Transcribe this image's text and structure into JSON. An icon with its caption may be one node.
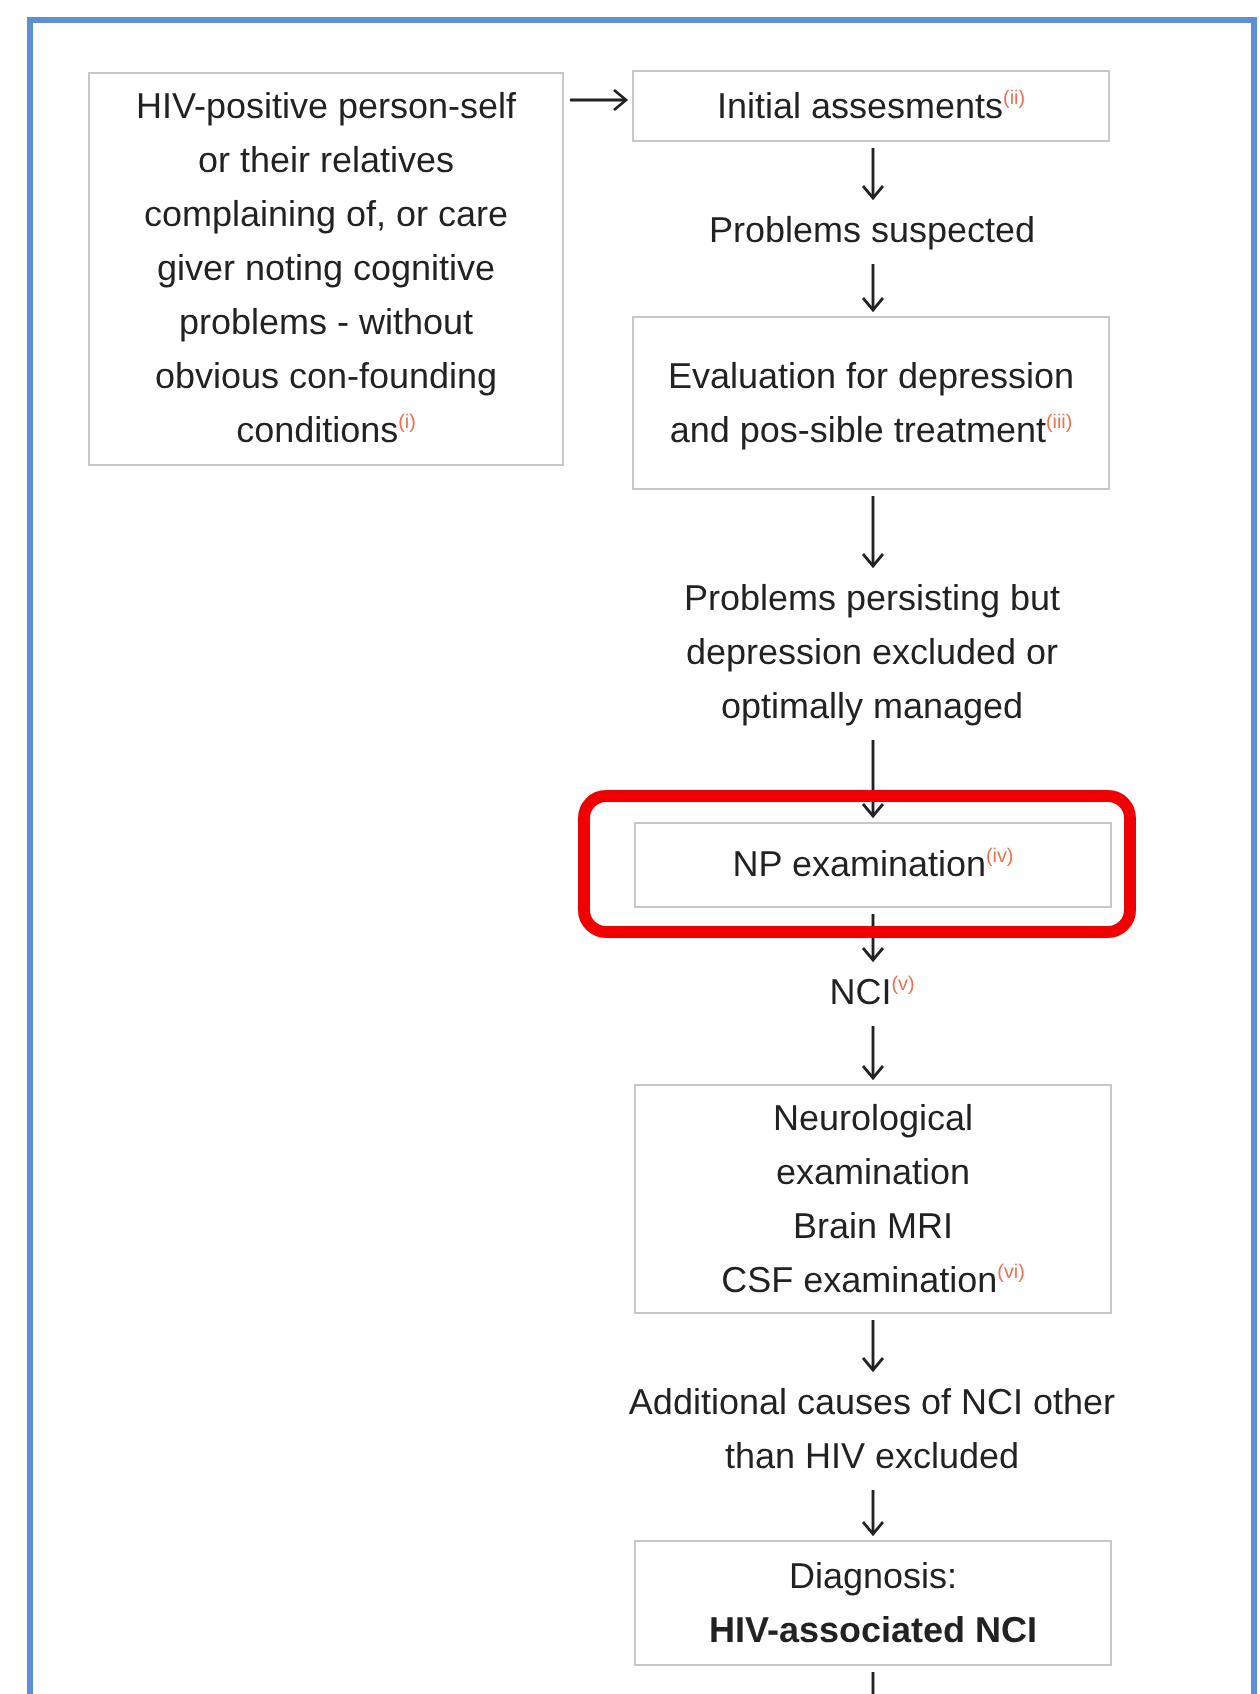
{
  "diagram": {
    "nodes": [
      {
        "text": [
          "HIV-positive person-self or their relatives complaining of, or care giver noting cognitive problems - without obvious con-founding conditions$^{(i)}$"
        ]
      },
      {
        "text": [
          "Initial assesments$^{(ii)}$"
        ]
      },
      {
        "text": [
          "Problems suspected"
        ]
      },
      {
        "text": [
          "Evaluation for depression and pos-sible treatment$^{(iii)}$"
        ]
      },
      {
        "text": [
          "Problems persisting but depression excluded or optimally managed"
        ]
      },
      {
        "text": [],
        "shape": "box"
      },
      {
        "text": [
          "NP examination$^{(iv)}$"
        ],
        "in": 5
      },
      {
        "text": [
          "NCI$^{(v)}$"
        ]
      },
      {
        "text": [
          "Neurological examination",
          "Brain MRI",
          "CSF examination$^{(vi)}$"
        ]
      },
      {
        "text": [
          "Additional causes of NCI other than HIV excluded"
        ]
      },
      {
        "text": [
          "Diagnosis:",
          "**HIV-associated NCI**"
        ]
      }
    ],
    "edges": [
      {
        "from": 0,
        "to": 1,
        "arrow": "to"
      },
      {
        "from": 1,
        "to": 2,
        "arrow": "to"
      },
      {
        "from": 2,
        "to": 3,
        "arrow": "to"
      },
      {
        "from": 3,
        "to": 4,
        "arrow": "to"
      },
      {
        "from": 4,
        "to": 6,
        "arrow": "to"
      },
      {
        "from": 6,
        "to": 7,
        "arrow": "to"
      },
      {
        "from": 7,
        "to": 8,
        "arrow": "to"
      },
      {
        "from": 8,
        "to": 9,
        "arrow": "to"
      },
      {
        "from": 9,
        "to": 10,
        "arrow": "to"
      },
      {
        "from": 10,
        "to": null,
        "arrow": "none"
      }
    ]
  }
}
